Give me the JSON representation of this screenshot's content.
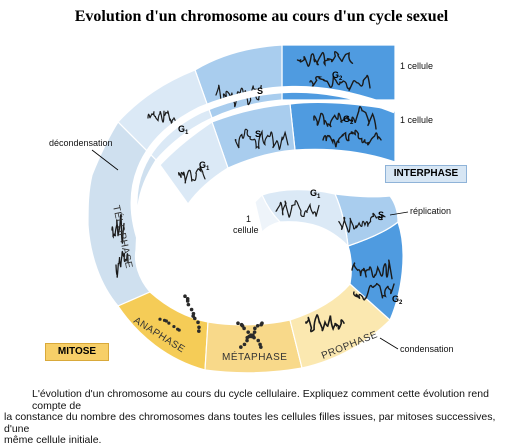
{
  "title": "Evolution d'un chromosome au cours d'un cycle sexuel",
  "labels": {
    "cell_outer": "1 cellule",
    "cell_middle": "1 cellule",
    "cell_inner": "1\ncellule",
    "decondensation": "décondensation",
    "replication": "réplication",
    "condensation": "condensation",
    "interphase": "INTERPHASE",
    "mitose": "MITOSE"
  },
  "stages": {
    "g1": "G1",
    "s": "S",
    "g2": "G2"
  },
  "phases": {
    "telophase": "TÉLOPHASE",
    "anaphase": "ANAPHASE",
    "metaphase": "MÉTAPHASE",
    "prophase": "PROPHASE"
  },
  "caption": {
    "line1": "L'évolution d'un chromosome au cours du cycle cellulaire. Expliquez comment cette évolution rend compte de",
    "line2": "la constance du nombre des chromosomes dans toutes les cellules filles issues, par mitoses successives, d'une",
    "line3": "même  cellule initiale."
  },
  "colors": {
    "g1": "#dbe9f6",
    "s": "#a9cdee",
    "g2": "#4f9be0",
    "telophase": "#cfe0ef",
    "anaphase": "#f5cc57",
    "metaphase": "#f8d98a",
    "prophase": "#fbe8b0",
    "chromosome": "#1a1a1a"
  }
}
